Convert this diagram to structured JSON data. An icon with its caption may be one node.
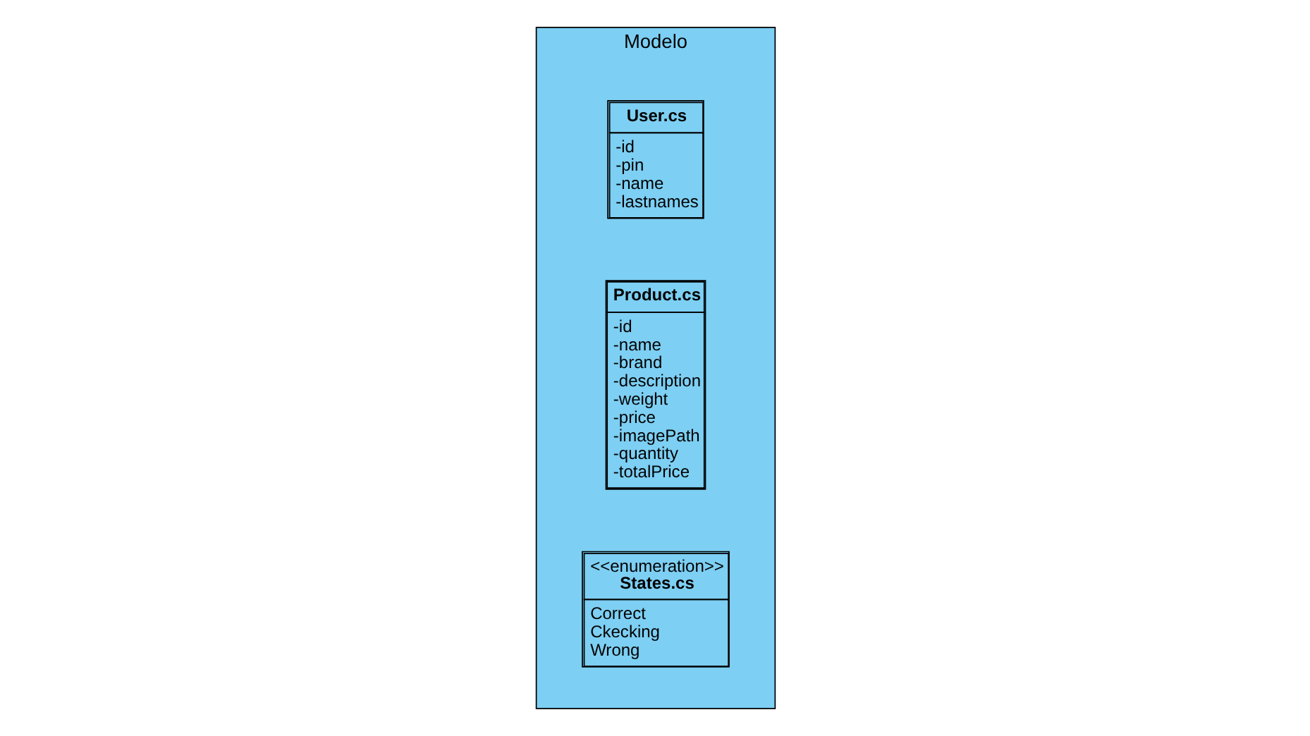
{
  "diagram": {
    "nodes": [
      {
        "text": [
          "Modelo"
        ]
      },
      {
        "text": [
          "User.cs",
          "-id",
          "-pin",
          "-name",
          "-lastnames"
        ],
        "in": 0
      },
      {
        "text": [
          "Product.cs",
          "-id",
          "-name",
          "-brand",
          "-description",
          "-weight",
          "-price",
          "-imagePath",
          "-quantity",
          "-totalPrice"
        ],
        "in": 0
      },
      {
        "text": [
          "<<enumeration>>",
          "States.cs",
          "Correct",
          "Ckecking",
          "Wrong"
        ],
        "in": 0
      }
    ]
  }
}
